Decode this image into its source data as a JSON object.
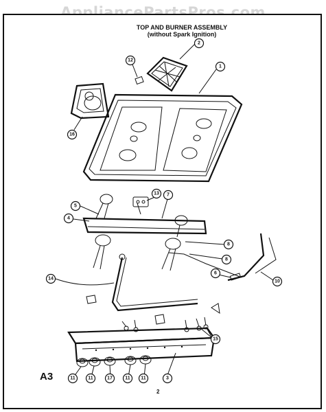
{
  "watermark": "AppliancePartsPros.com",
  "title_line1": "TOP AND BURNER ASSEMBLY",
  "title_line2": "(without Spark Ignition)",
  "page_code": "A3",
  "page_number": "2",
  "callouts": [
    {
      "label": "1"
    },
    {
      "label": "2"
    },
    {
      "label": "12"
    },
    {
      "label": "16"
    },
    {
      "label": "13"
    },
    {
      "label": "7"
    },
    {
      "label": "5"
    },
    {
      "label": "4"
    },
    {
      "label": "8"
    },
    {
      "label": "8"
    },
    {
      "label": "14"
    },
    {
      "label": "6"
    },
    {
      "label": "10"
    },
    {
      "label": "15"
    },
    {
      "label": "11"
    },
    {
      "label": "11"
    },
    {
      "label": "17"
    },
    {
      "label": "11"
    },
    {
      "label": "11"
    },
    {
      "label": "3"
    }
  ]
}
